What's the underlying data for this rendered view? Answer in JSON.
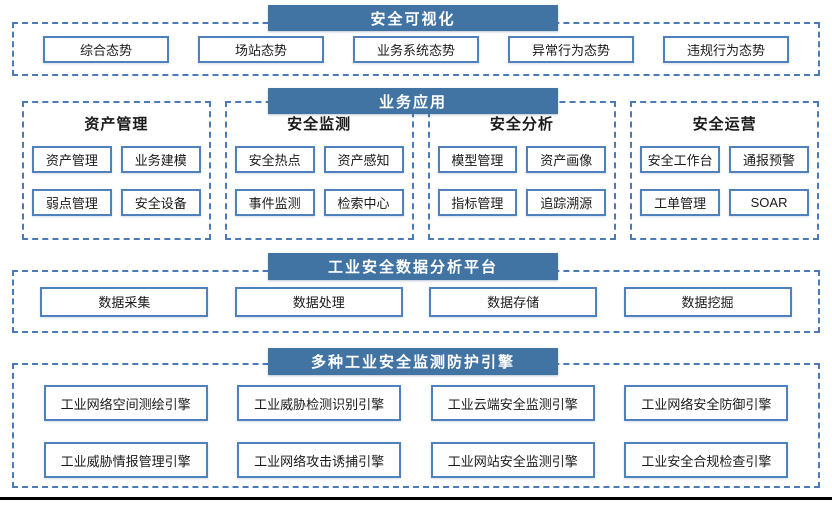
{
  "colors": {
    "header_bg": "#4173a3",
    "header_text": "#ffffff",
    "box_border": "#4f81bd",
    "dashed_border": "#4a7ab8",
    "text": "#1a1a1a",
    "bottom_rule": "#000000"
  },
  "sections": {
    "visualization": {
      "title": "安全可视化",
      "items": [
        "综合态势",
        "场站态势",
        "业务系统态势",
        "异常行为态势",
        "违规行为态势"
      ]
    },
    "business": {
      "title": "业务应用",
      "groups": [
        {
          "title": "资产管理",
          "items": [
            "资产管理",
            "业务建模",
            "弱点管理",
            "安全设备"
          ]
        },
        {
          "title": "安全监测",
          "items": [
            "安全热点",
            "资产感知",
            "事件监测",
            "检索中心"
          ]
        },
        {
          "title": "安全分析",
          "items": [
            "模型管理",
            "资产画像",
            "指标管理",
            "追踪溯源"
          ]
        },
        {
          "title": "安全运营",
          "items": [
            "安全工作台",
            "通报预警",
            "工单管理",
            "SOAR"
          ]
        }
      ]
    },
    "platform": {
      "title": "工业安全数据分析平台",
      "items": [
        "数据采集",
        "数据处理",
        "数据存储",
        "数据挖掘"
      ]
    },
    "engines": {
      "title": "多种工业安全监测防护引擎",
      "items": [
        "工业网络空间测绘引擎",
        "工业威胁检测识别引擎",
        "工业云端安全监测引擎",
        "工业网络安全防御引擎",
        "工业威胁情报管理引擎",
        "工业网络攻击诱捕引擎",
        "工业网站安全监测引擎",
        "工业安全合规检查引擎"
      ]
    }
  }
}
